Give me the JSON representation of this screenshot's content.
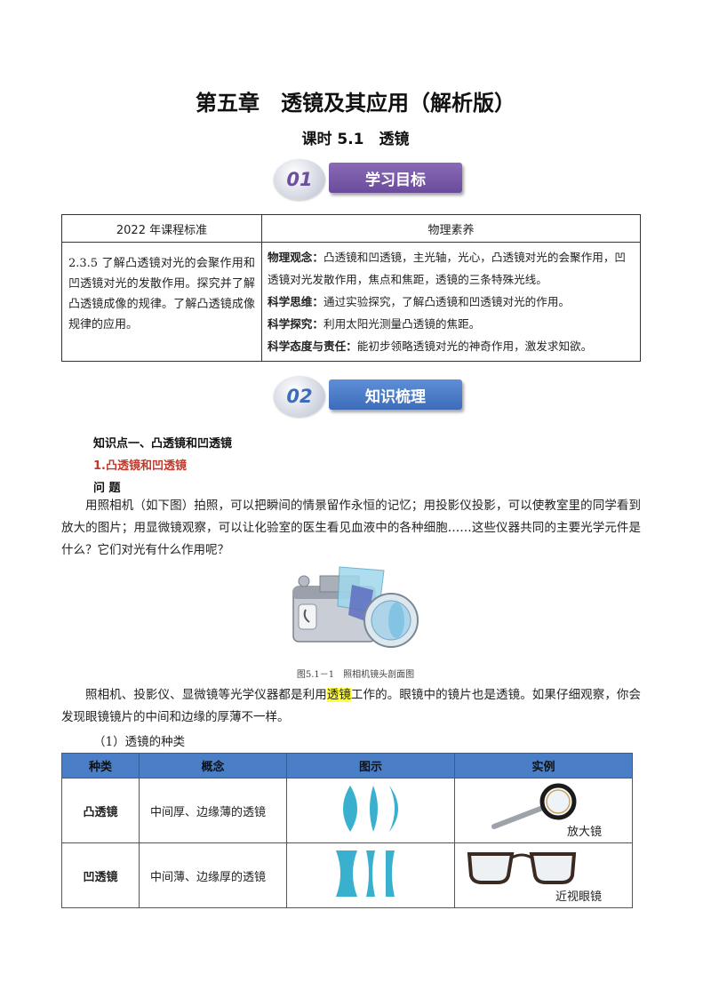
{
  "title": "第五章　透镜及其应用（解析版）",
  "subtitle": "课时 5.1　透镜",
  "badge1": {
    "num": "01",
    "label": "学习目标",
    "color": "#6d4fa0"
  },
  "badge2": {
    "num": "02",
    "label": "知识梳理",
    "color": "#3d6db8"
  },
  "standards": {
    "col1_header": "2022 年课程标准",
    "col2_header": "物理素养",
    "left_text": "2.3.5 了解凸透镜对光的会聚作用和凹透镜对光的发散作用。探究并了解凸透镜成像的规律。了解凸透镜成像规律的应用。",
    "items": [
      {
        "label": "物理观念：",
        "text": "凸透镜和凹透镜，主光轴，光心，凸透镜对光的会聚作用，凹透镜对光发散作用，焦点和焦距，透镜的三条特殊光线。"
      },
      {
        "label": "科学思维：",
        "text": "通过实验探究，了解凸透镜和凹透镜对光的作用。"
      },
      {
        "label": "科学探究：",
        "text": "利用太阳光测量凸透镜的焦距。"
      },
      {
        "label": "科学态度与责任：",
        "text": "能初步领略透镜对光的神奇作用，激发求知欲。"
      }
    ]
  },
  "section": {
    "heading": "知识点一、凸透镜和凹透镜",
    "sub_heading": "1.凸透镜和凹透镜",
    "question_label": "问 题",
    "para1": "用照相机（如下图）拍照，可以把瞬间的情景留作永恒的记忆；用投影仪投影，可以使教室里的同学看到放大的图片；用显微镜观察，可以让化验室的医生看见血液中的各种细胞……这些仪器共同的主要光学元件是什么？它们对光有什么作用呢？",
    "figure_caption": "图5.1－1　照相机镜头剖面图",
    "para2_before": "照相机、投影仪、显微镜等光学仪器都是利用",
    "para2_highlight": "透镜",
    "para2_after": "工作的。眼镜中的镜片也是透镜。如果仔细观察，你会发现眼镜镜片的中间和边缘的厚薄不一样。",
    "list_heading": "（1）透镜的种类"
  },
  "lens_table": {
    "headers": [
      "种类",
      "概念",
      "图示",
      "实例"
    ],
    "rows": [
      {
        "kind": "凸透镜",
        "concept": "中间厚、边缘薄的透镜",
        "example": "放大镜"
      },
      {
        "kind": "凹透镜",
        "concept": "中间薄、边缘厚的透镜",
        "example": "近视眼镜"
      }
    ],
    "lens_color": "#3ab0cf",
    "header_color": "#4a7fc8"
  }
}
